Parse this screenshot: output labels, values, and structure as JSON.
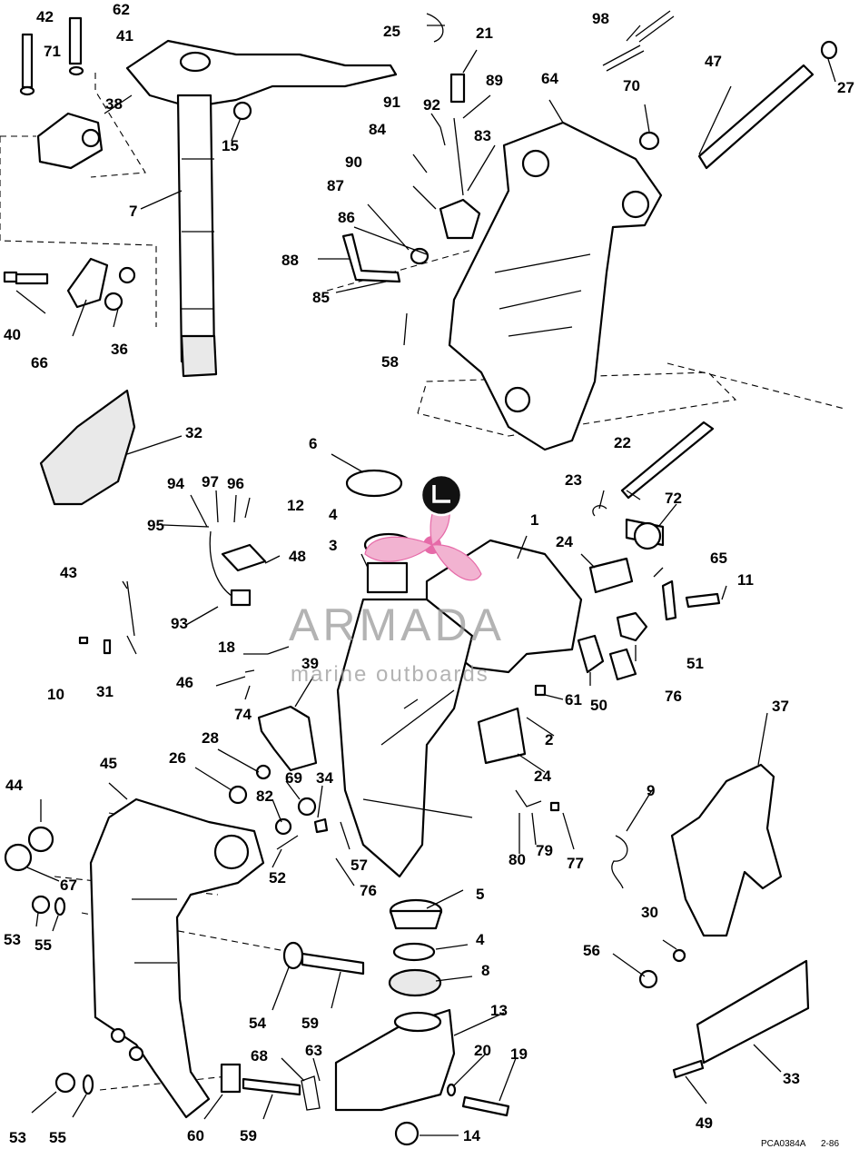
{
  "diagram": {
    "callouts": [
      {
        "text": "42"
      },
      {
        "text": "62"
      },
      {
        "text": "71"
      },
      {
        "text": "41"
      },
      {
        "text": "38"
      },
      {
        "text": "15"
      },
      {
        "text": "7"
      },
      {
        "text": "25"
      },
      {
        "text": "21"
      },
      {
        "text": "98"
      },
      {
        "text": "89"
      },
      {
        "text": "91"
      },
      {
        "text": "92"
      },
      {
        "text": "64"
      },
      {
        "text": "70"
      },
      {
        "text": "47"
      },
      {
        "text": "27"
      },
      {
        "text": "84"
      },
      {
        "text": "83"
      },
      {
        "text": "90"
      },
      {
        "text": "87"
      },
      {
        "text": "86"
      },
      {
        "text": "88"
      },
      {
        "text": "85"
      },
      {
        "text": "40"
      },
      {
        "text": "66"
      },
      {
        "text": "36"
      },
      {
        "text": "58"
      },
      {
        "text": "32"
      },
      {
        "text": "6"
      },
      {
        "text": "22"
      },
      {
        "text": "23"
      },
      {
        "text": "72"
      },
      {
        "text": "94"
      },
      {
        "text": "97"
      },
      {
        "text": "96"
      },
      {
        "text": "12"
      },
      {
        "text": "95"
      },
      {
        "text": "4"
      },
      {
        "text": "1"
      },
      {
        "text": "3"
      },
      {
        "text": "48"
      },
      {
        "text": "24"
      },
      {
        "text": "65"
      },
      {
        "text": "11"
      },
      {
        "text": "43"
      },
      {
        "text": "93"
      },
      {
        "text": "51"
      },
      {
        "text": "18"
      },
      {
        "text": "39"
      },
      {
        "text": "10"
      },
      {
        "text": "31"
      },
      {
        "text": "46"
      },
      {
        "text": "74"
      },
      {
        "text": "50"
      },
      {
        "text": "76"
      },
      {
        "text": "61"
      },
      {
        "text": "37"
      },
      {
        "text": "2"
      },
      {
        "text": "28"
      },
      {
        "text": "45"
      },
      {
        "text": "26"
      },
      {
        "text": "24"
      },
      {
        "text": "44"
      },
      {
        "text": "69"
      },
      {
        "text": "34"
      },
      {
        "text": "82"
      },
      {
        "text": "9"
      },
      {
        "text": "57"
      },
      {
        "text": "80"
      },
      {
        "text": "79"
      },
      {
        "text": "77"
      },
      {
        "text": "52"
      },
      {
        "text": "76"
      },
      {
        "text": "67"
      },
      {
        "text": "5"
      },
      {
        "text": "53"
      },
      {
        "text": "55"
      },
      {
        "text": "4"
      },
      {
        "text": "30"
      },
      {
        "text": "56"
      },
      {
        "text": "8"
      },
      {
        "text": "54"
      },
      {
        "text": "59"
      },
      {
        "text": "13"
      },
      {
        "text": "20"
      },
      {
        "text": "19"
      },
      {
        "text": "68"
      },
      {
        "text": "63"
      },
      {
        "text": "33"
      },
      {
        "text": "49"
      },
      {
        "text": "53"
      },
      {
        "text": "55"
      },
      {
        "text": "60"
      },
      {
        "text": "59"
      },
      {
        "text": "14"
      }
    ],
    "footer_code": "PCA0384A",
    "footer_rev": "2-86"
  },
  "watermark": {
    "brand": "ARMADA",
    "tagline": "marine outboards",
    "colors": {
      "accent": "#e66aa8",
      "accent_light": "#f2b3d1",
      "text": "#9a9a9a"
    },
    "icon": "propeller-icon"
  }
}
